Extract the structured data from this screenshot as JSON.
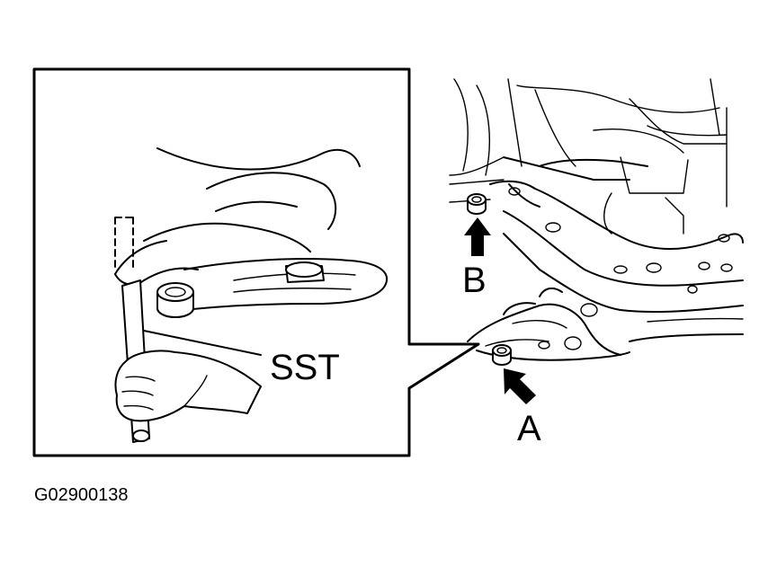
{
  "labels": {
    "sst": "SST",
    "a": "A",
    "b": "B"
  },
  "figure_code": "G02900138"
}
